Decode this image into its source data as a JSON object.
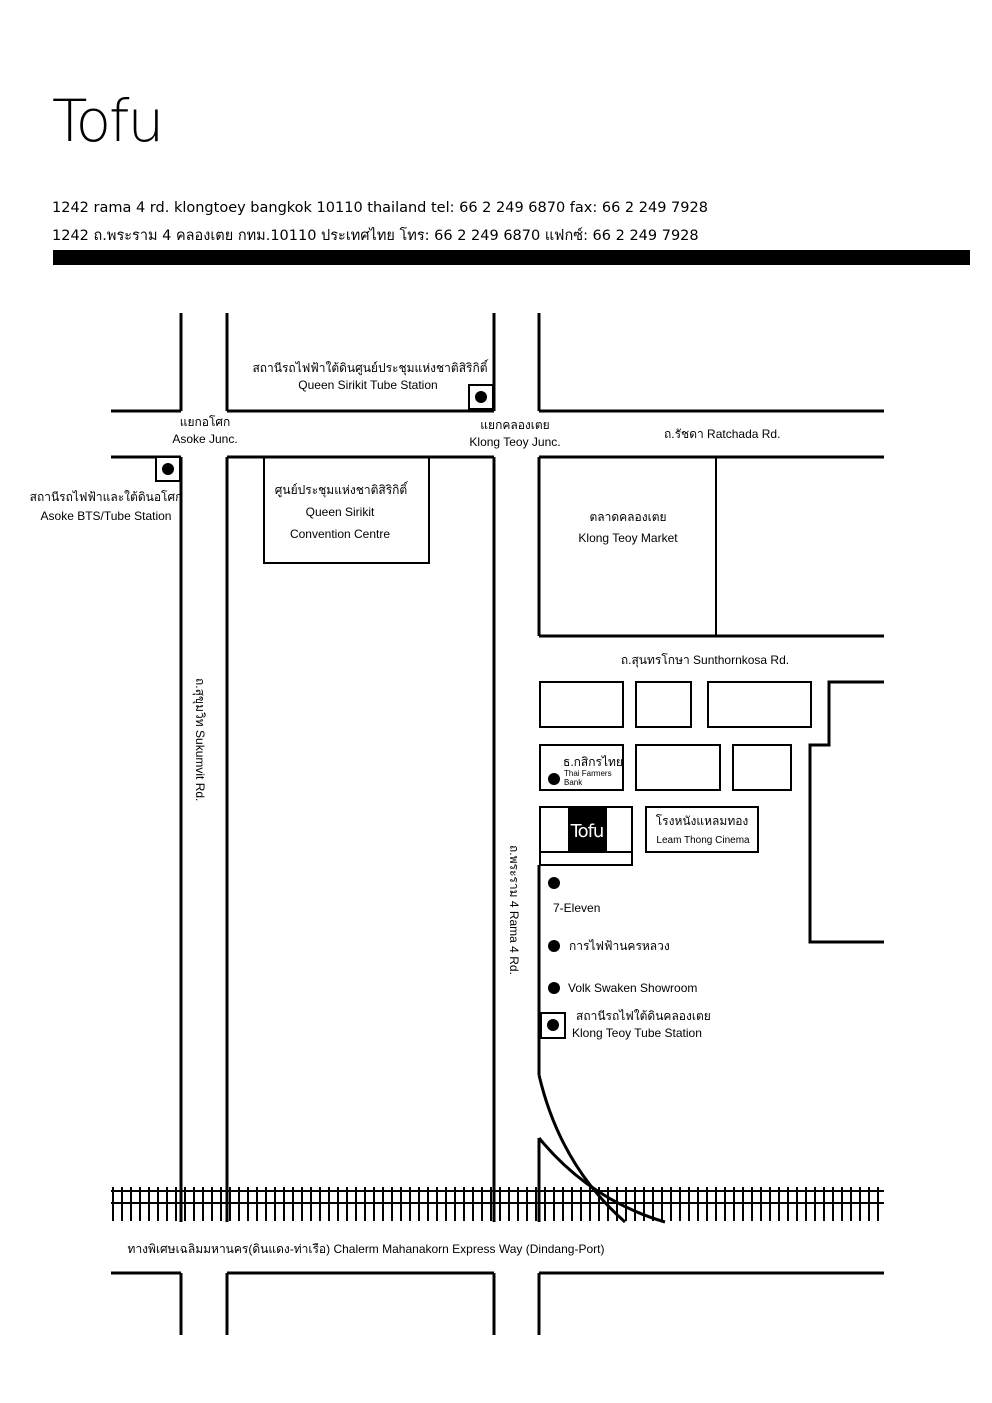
{
  "header": {
    "brand": "Tofu",
    "address_en": "1242 rama 4 rd. klongtoey bangkok 10110 thailand tel: 66 2 249 6870 fax: 66 2 249 7928",
    "address_th": "1242 ถ.พระราม 4 คลองเตย กทม.10110 ประเทศไทย โทร: 66 2 249 6870 แฟกซ์: 66 2 249 7928"
  },
  "map": {
    "labels": {
      "qs_tube_th": "สถานีรถไฟฟ้าใต้ดินศูนย์ประชุมแห่งชาติสิริกิติ์",
      "qs_tube_en": "Queen Sirikit Tube Station",
      "asoke_junc_th": "แยกอโศก",
      "asoke_junc_en": "Asoke Junc.",
      "klongteoy_junc_th": "แยกคลองเตย",
      "klongteoy_junc_en": "Klong Teoy Junc.",
      "ratchada": "ถ.รัชดา Ratchada Rd.",
      "asoke_station_th": "สถานีรถไฟฟ้าและใต้ดินอโศก",
      "asoke_station_en": "Asoke BTS/Tube Station",
      "qsncc_th": "ศูนย์ประชุมแห่งชาติสิริกิติ์",
      "qsncc_en1": "Queen Sirikit",
      "qsncc_en2": "Convention Centre",
      "market_th": "ตลาดคลองเตย",
      "market_en": "Klong Teoy Market",
      "sunthornkosa": "ถ.สุนทรโกษา Sunthornkosa Rd.",
      "sukhumvit": "ถ.สุขุมวิท  Sukumvit Rd.",
      "rama4": "ถ.พระราม 4  Rama 4 Rd.",
      "bank_th": "ธ.กสิกรไทย",
      "bank_en1": "Thai Farmers",
      "bank_en2": "Bank",
      "tofu": "Tofu",
      "cinema_th": "โรงหนังแหลมทอง",
      "cinema_en": "Leam Thong Cinema",
      "seven_eleven": "7-Eleven",
      "electricity_th": "การไฟฟ้านครหลวง",
      "volk": "Volk Swaken Showroom",
      "kt_tube_th": "สถานีรถไฟใต้ดินคลองเตย",
      "kt_tube_en": "Klong Teoy Tube Station",
      "expressway": "ทางพิเศษเฉลิมมหานคร(ดินแดง-ท่าเรือ) Chalerm Mahanakorn Express Way (Dindang-Port)"
    }
  }
}
